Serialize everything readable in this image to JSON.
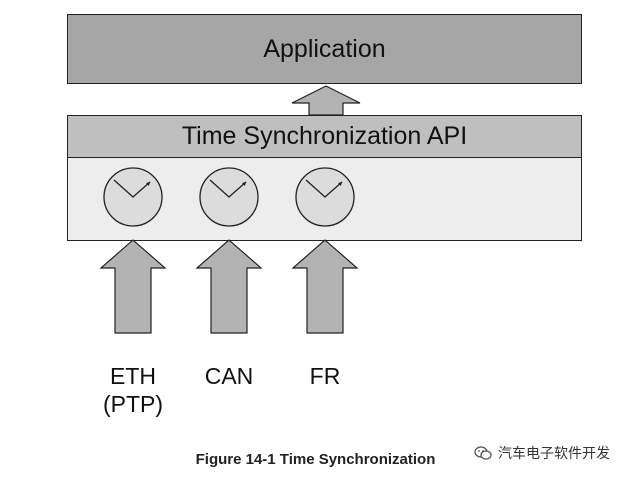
{
  "application": {
    "label": "Application"
  },
  "api": {
    "label": "Time Synchronization API"
  },
  "sources": [
    {
      "line1": "ETH",
      "line2": "(PTP)"
    },
    {
      "line1": "CAN",
      "line2": ""
    },
    {
      "line1": "FR",
      "line2": ""
    }
  ],
  "caption": "Figure 14-1 Time Synchronization",
  "watermark": {
    "icon": "wechat-icon",
    "text": "汽车电子软件开发"
  },
  "colors": {
    "application_fill": "#a6a6a6",
    "api_fill": "#bfbfbf",
    "clock_panel_fill": "#ededed",
    "arrow_fill": "#b3b3b3",
    "clock_fill": "#dcdcdc",
    "outline": "#222222"
  }
}
